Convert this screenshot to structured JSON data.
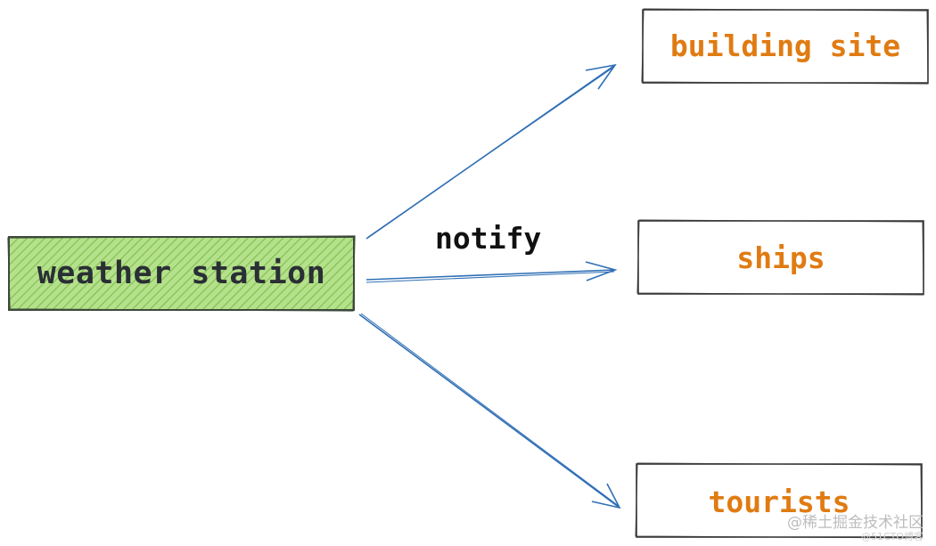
{
  "diagram": {
    "source": {
      "label": "weather station",
      "fill_color": "#b5e08c",
      "hatch_color": "#7cc04a",
      "border_color": "#3d4a3a"
    },
    "edge_label": "notify",
    "targets": [
      {
        "label": "building site"
      },
      {
        "label": "ships"
      },
      {
        "label": "tourists"
      }
    ],
    "target_text_color": "#e07b12",
    "target_border_color": "#3a3a3a",
    "arrow_color": "#2f6fb5"
  },
  "watermark": {
    "line1": "@稀土掘金技术社区",
    "line2": "@51CTO博客"
  }
}
